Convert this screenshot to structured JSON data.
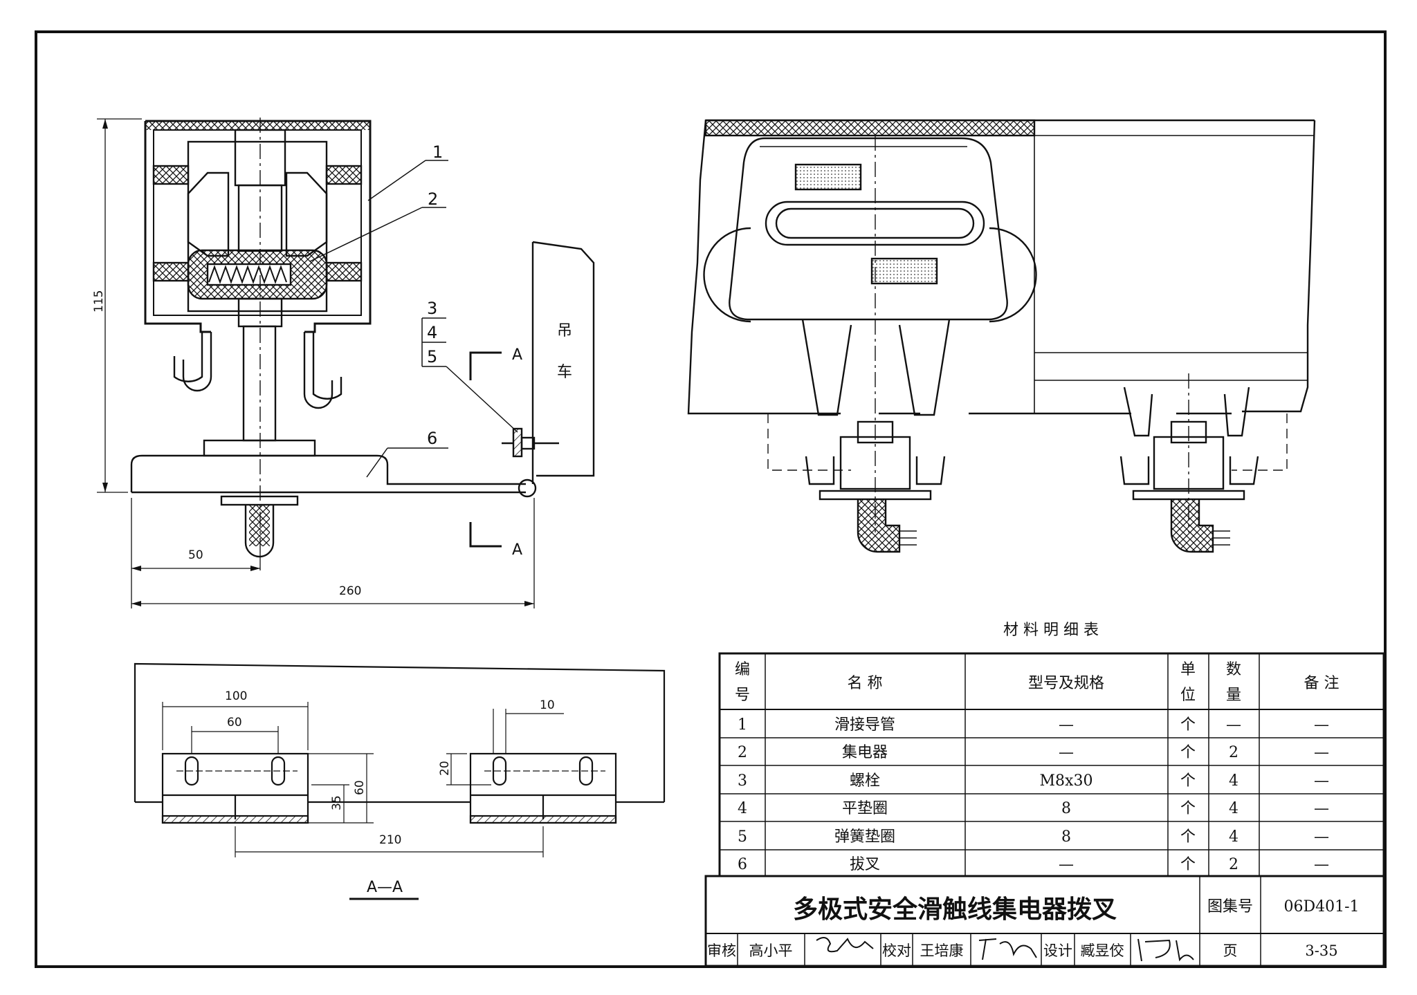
{
  "drawing": {
    "part_labels": [
      "1",
      "2",
      "3",
      "4",
      "5",
      "6"
    ],
    "crane_label": [
      "吊",
      "车"
    ],
    "section_mark": "A",
    "section_title": "A—A",
    "dims_main": {
      "height": "115",
      "offset": "50",
      "width": "260"
    },
    "dims_section": {
      "d100": "100",
      "d60": "60",
      "d10": "10",
      "d20": "20",
      "d35": "35",
      "d60v": "60",
      "d210": "210"
    }
  },
  "table": {
    "caption": "材 料 明 细 表",
    "headers": {
      "no": [
        "编",
        "号"
      ],
      "name": "名 称",
      "spec": "型号及规格",
      "unit": [
        "单",
        "位"
      ],
      "qty": [
        "数",
        "量"
      ],
      "remark": "备 注"
    },
    "rows": [
      {
        "no": "1",
        "name": "滑接导管",
        "spec": "—",
        "unit": "个",
        "qty": "—",
        "remark": "—"
      },
      {
        "no": "2",
        "name": "集电器",
        "spec": "—",
        "unit": "个",
        "qty": "2",
        "remark": "—"
      },
      {
        "no": "3",
        "name": "螺栓",
        "spec": "M8x30",
        "unit": "个",
        "qty": "4",
        "remark": "—"
      },
      {
        "no": "4",
        "name": "平垫圈",
        "spec": "8",
        "unit": "个",
        "qty": "4",
        "remark": "—"
      },
      {
        "no": "5",
        "name": "弹簧垫圈",
        "spec": "8",
        "unit": "个",
        "qty": "4",
        "remark": "—"
      },
      {
        "no": "6",
        "name": "拔叉",
        "spec": "—",
        "unit": "个",
        "qty": "2",
        "remark": "—"
      }
    ]
  },
  "title_block": {
    "title": "多极式安全滑触线集电器拨叉",
    "atlas_label": "图集号",
    "atlas_no": "06D401-1",
    "review_label": "审核",
    "reviewer": "高小平",
    "check_label": "校对",
    "checker": "王培康",
    "design_label": "设计",
    "designer": "臧昱佼",
    "page_label": "页",
    "page_no": "3-35"
  }
}
